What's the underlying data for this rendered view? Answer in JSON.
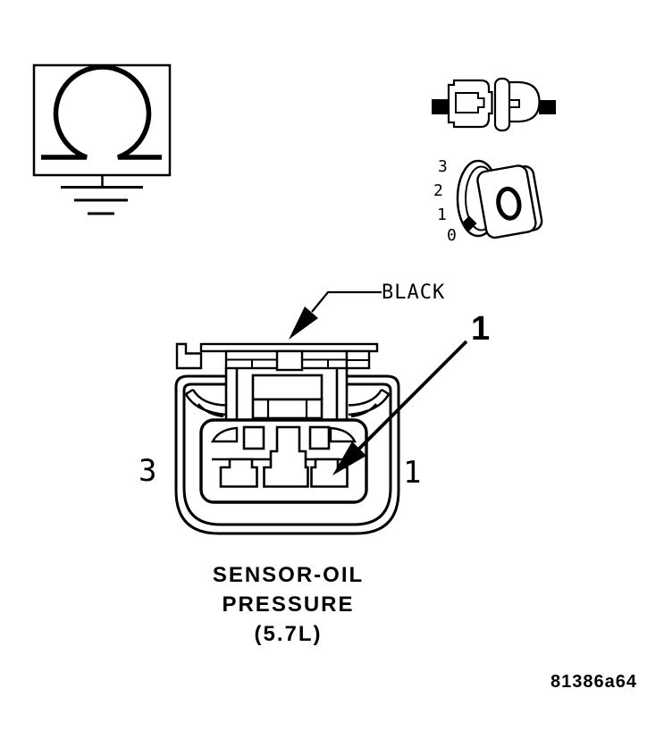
{
  "figure": {
    "part_code": "81386a64",
    "caption": {
      "line1": "SENSOR-OIL",
      "line2": "PRESSURE",
      "line3": "(5.7L)"
    },
    "connector": {
      "color_label": "BLACK",
      "cavity_callout": "1",
      "pin_left_label": "3",
      "pin_right_label": "1"
    },
    "gauge_icon": {
      "scale": [
        "3",
        "2",
        "1",
        "0"
      ]
    },
    "icons": {
      "ground_symbol": "chassis-ground-icon",
      "mating_pair": "connector-mating-icon",
      "terminal_gauge": "terminal-gauge-icon"
    },
    "colors": {
      "ink": "#000000",
      "paper": "#ffffff"
    }
  }
}
